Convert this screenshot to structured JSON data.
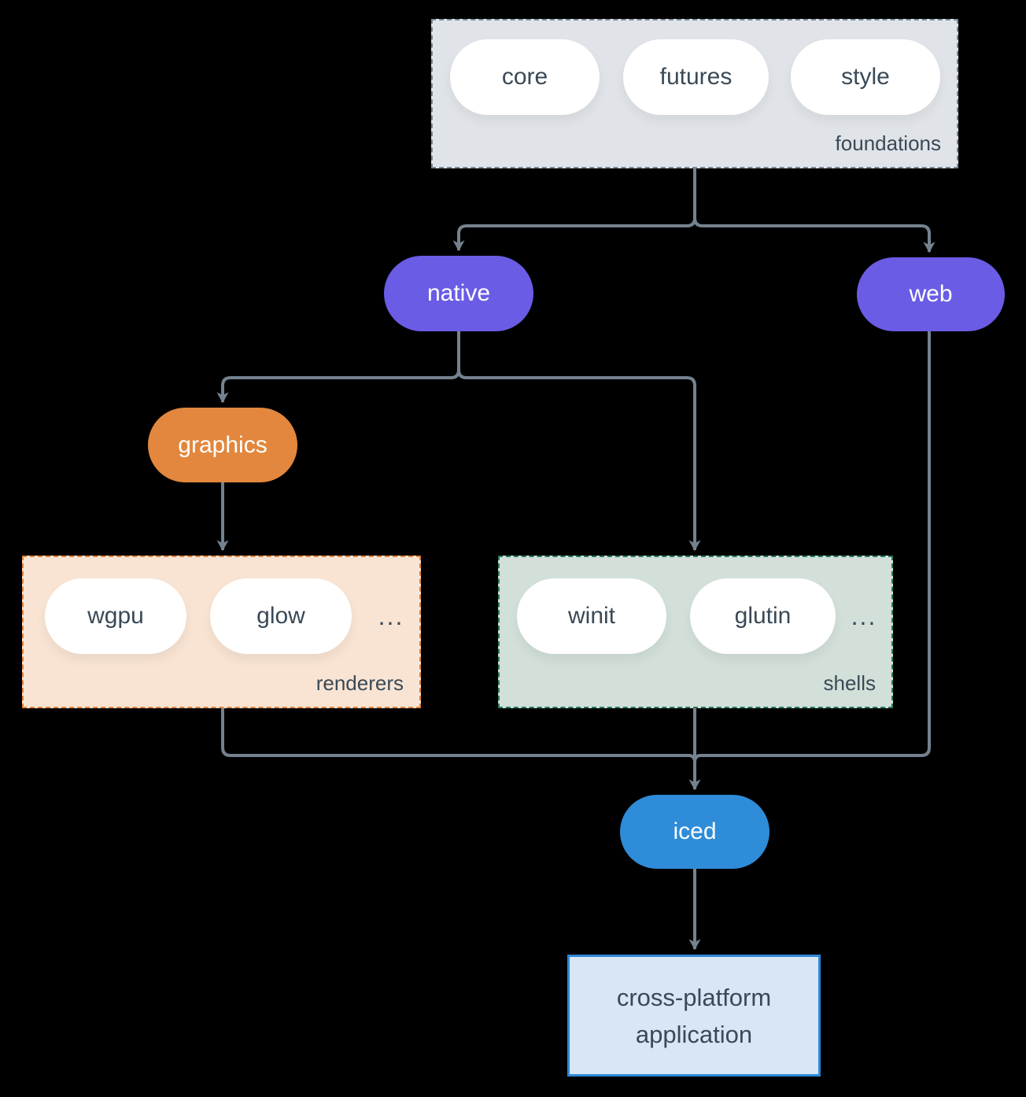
{
  "colors": {
    "background": "#000000",
    "arrow": "#74828f",
    "ink": "#3a4956",
    "pill-white": "#ffffff",
    "purple": "#6a5ce4",
    "orange": "#e2873d",
    "blue": "#2e8cd8",
    "foundations-fill": "#e0e4e8",
    "foundations-border": "#7a8796",
    "renderers-fill": "#f9e4d3",
    "renderers-border": "#e2823b",
    "shells-fill": "#d2e0d9",
    "shells-border": "#26795f",
    "app-fill": "#d8e6f6",
    "app-border": "#2e86d8"
  },
  "diagram": {
    "foundations": {
      "label": "foundations",
      "pills": [
        {
          "label": "core"
        },
        {
          "label": "futures"
        },
        {
          "label": "style"
        }
      ]
    },
    "native": {
      "label": "native"
    },
    "web": {
      "label": "web"
    },
    "graphics": {
      "label": "graphics"
    },
    "renderers": {
      "label": "renderers",
      "pills": [
        {
          "label": "wgpu"
        },
        {
          "label": "glow"
        }
      ],
      "ellipsis": "..."
    },
    "shells": {
      "label": "shells",
      "pills": [
        {
          "label": "winit"
        },
        {
          "label": "glutin"
        }
      ],
      "ellipsis": "..."
    },
    "iced": {
      "label": "iced"
    },
    "application": {
      "line1": "cross-platform",
      "line2": "application"
    },
    "edges": [
      "foundations -> native",
      "foundations -> web",
      "native -> graphics",
      "native -> shells",
      "graphics -> renderers",
      "renderers -> iced",
      "shells -> iced",
      "web -> iced",
      "iced -> application"
    ]
  }
}
